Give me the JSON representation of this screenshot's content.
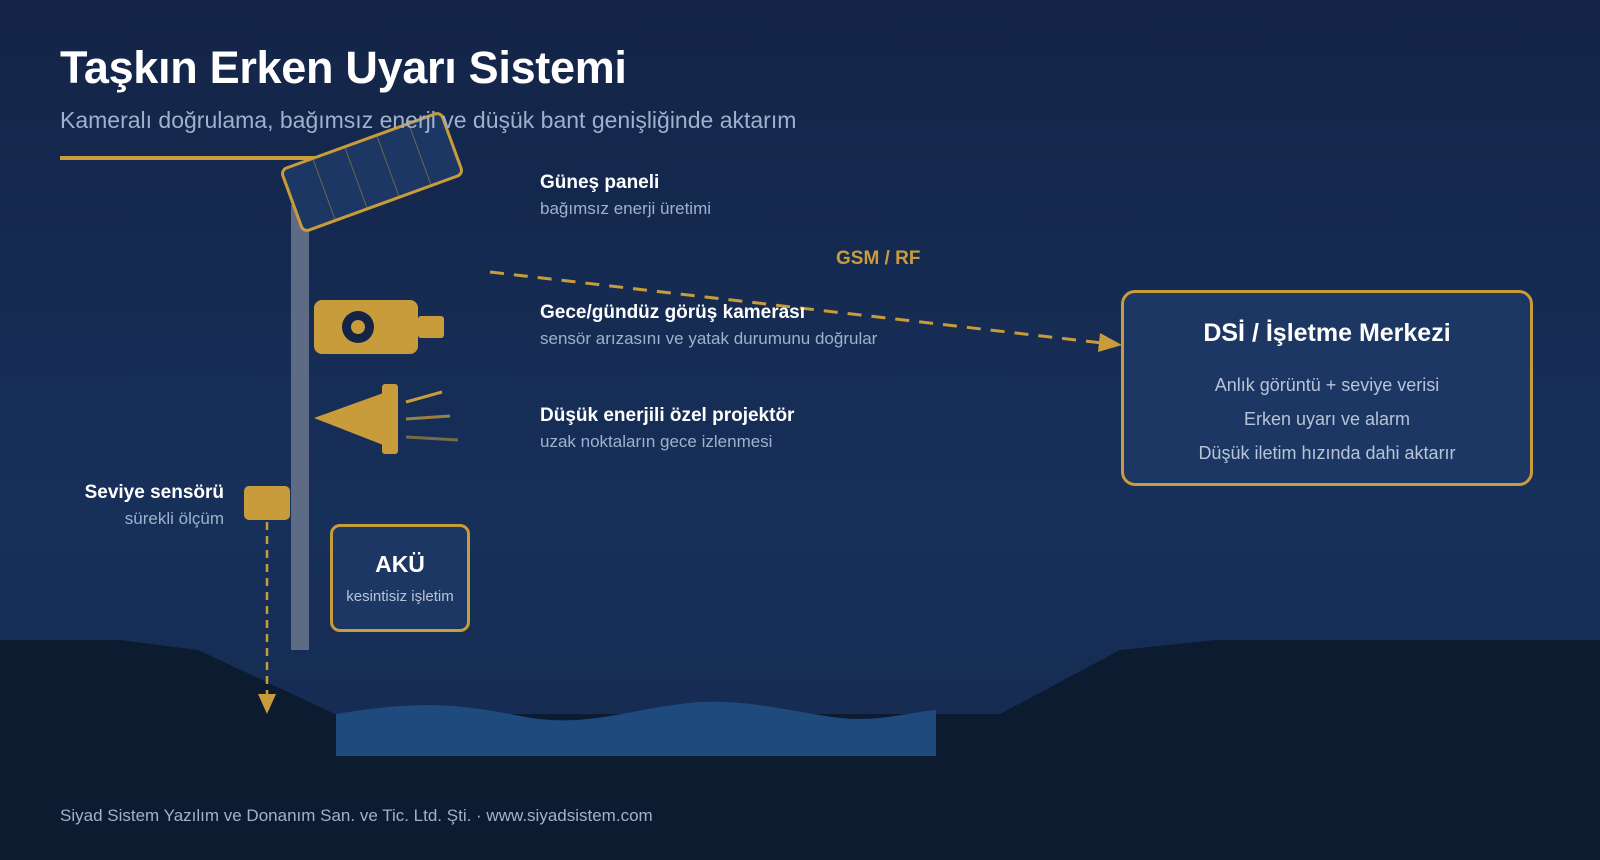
{
  "header": {
    "title": "Taşkın Erken Uyarı Sistemi",
    "subtitle": "Kameralı doğrulama, bağımsız enerji ve düşük bant genişliğinde aktarım"
  },
  "components": {
    "solar": {
      "title": "Güneş paneli",
      "desc": "bağımsız enerji üretimi"
    },
    "camera": {
      "title": "Gece/gündüz görüş kamerası",
      "desc": "sensör arızasını ve yatak durumunu doğrular"
    },
    "projector": {
      "title": "Düşük enerjili özel projektör",
      "desc": "uzak noktaların gece izlenmesi"
    },
    "level_sensor": {
      "title": "Seviye sensörü",
      "desc": "sürekli ölçüm"
    },
    "battery": {
      "title": "AKÜ",
      "desc": "kesintisiz işletim"
    }
  },
  "link": {
    "label": "GSM / RF"
  },
  "center": {
    "title": "DSİ / İşletme Merkezi",
    "items": [
      "Anlık görüntü + seviye verisi",
      "Erken uyarı ve alarm",
      "Düşük iletim hızında dahi aktarır"
    ]
  },
  "footer": {
    "text": "Siyad Sistem Yazılım ve Donanım San. ve Tic. Ltd. Şti. · www.siyadsistem.com"
  },
  "colors": {
    "background": "#15294d",
    "accent": "#c99c3b",
    "ground": "#0d1b31",
    "water": "#1f4a7d",
    "pole": "#5d6b85",
    "panel": "#1c3763",
    "muted_text": "#9fb1cc"
  }
}
